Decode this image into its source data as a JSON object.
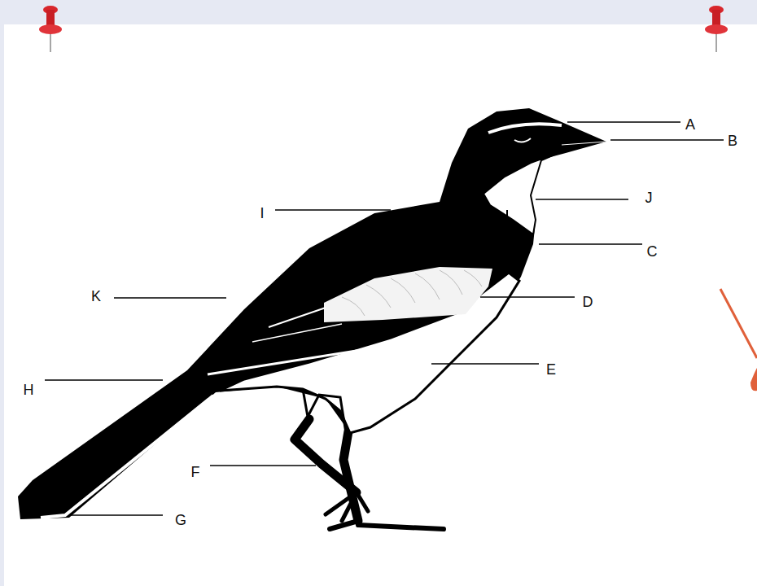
{
  "diagram": {
    "labels": [
      "A",
      "B",
      "J",
      "I",
      "C",
      "K",
      "D",
      "E",
      "H",
      "F",
      "G"
    ]
  }
}
